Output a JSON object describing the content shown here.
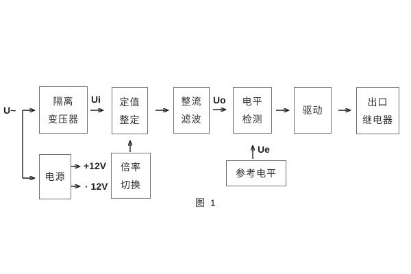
{
  "figure": {
    "caption": "图 1",
    "colors": {
      "background": "#ffffff",
      "box_border": "#6f6f6f",
      "wire": "#1f1f1f",
      "text": "#2e2e2e"
    }
  },
  "boxes": {
    "isolation_transformer": {
      "line1": "隔离",
      "line2": "变压器"
    },
    "setting": {
      "line1": "定值",
      "line2": "整定"
    },
    "rectifier_filter": {
      "line1": "整流",
      "line2": "滤波"
    },
    "level_detector": {
      "line1": "电平",
      "line2": "检测"
    },
    "drive": {
      "label": "驱动"
    },
    "output_relay": {
      "line1": "出口",
      "line2": "继电器"
    },
    "power_supply": {
      "label": "电源"
    },
    "ratio_switch": {
      "line1": "倍率",
      "line2": "切换"
    },
    "reference_level": {
      "label": "参考电平"
    }
  },
  "signals": {
    "input": "U~",
    "ui": "Ui",
    "uo": "Uo",
    "ue": "Ue",
    "plus12v": "+12V",
    "minus12v": "· 12V"
  }
}
